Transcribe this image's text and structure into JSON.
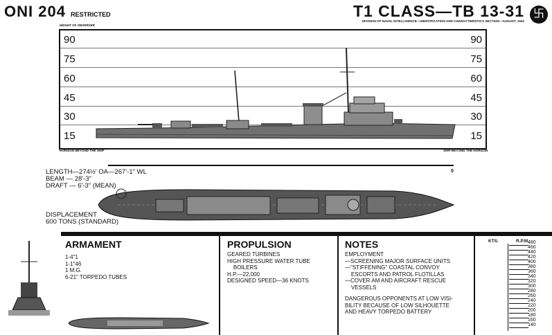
{
  "header": {
    "doc_id": "ONI 204",
    "classification": "RESTRICTED",
    "title": "T1 CLASS—TB 13-31",
    "subtitle": "DIVISION OF NAVAL INTELLIGENCE—IDENTIFICATION AND CHARACTERISTICS SECTION—AUGUST, 1942",
    "emblem_icon": "swastika-emblem-icon",
    "emblem_glyph": "卐"
  },
  "elevation_chart": {
    "axis_label": "HEIGHT OF OBSERVER",
    "ticks": [
      "90",
      "75",
      "60",
      "45",
      "30",
      "15"
    ],
    "left_caption": "HORIZON BEYOND THE SHIP",
    "right_caption": "SHIP BEYOND THE HORIZON",
    "scale_zero": "0"
  },
  "dimensions": {
    "length": "LENGTH—274½' OA—267'-1\" WL",
    "beam": "BEAM — 28'-3\"",
    "draft": "DRAFT — 6'-3\" (MEAN)"
  },
  "displacement": {
    "label": "DISPLACEMENT",
    "value": "600 TONS (STANDARD)"
  },
  "armament": {
    "heading": "ARMAMENT",
    "items": "1-4\"1\n1-1\"46\n1 M.G.\n6-21\" TORPEDO TUBES"
  },
  "propulsion": {
    "heading": "PROPULSION",
    "text": "GEARED TURBINES\nHIGH PRESSURE WATER TUBE\n    BOILERS\nH.P.—22,000\nDESIGNED SPEED—36 KNOTS"
  },
  "notes": {
    "heading": "NOTES",
    "employment": "EMPLOYMENT\n—SCREENING MAJOR SURFACE UNITS\n—\"STIFFENING\" COASTAL CONVOY\n    ESCORTS AND PATROL FLOTILLAS\n—COVER AM AND AIRCRAFT RESCUE\n    VESSELS",
    "warning": "DANGEROUS OPPONENTS AT LOW VISI-\nBILITY BECAUSE OF LOW SILHOUETTE\nAND HEAVY TORPEDO BATTERY"
  },
  "speed_table": {
    "kts_label": "KTS.",
    "rpm_label": "R.P.M.",
    "rpm_values": [
      "480",
      "460",
      "440",
      "420",
      "400",
      "380",
      "360",
      "340",
      "320",
      "300",
      "280",
      "260",
      "240",
      "220",
      "200",
      "180",
      "160",
      "140"
    ]
  }
}
